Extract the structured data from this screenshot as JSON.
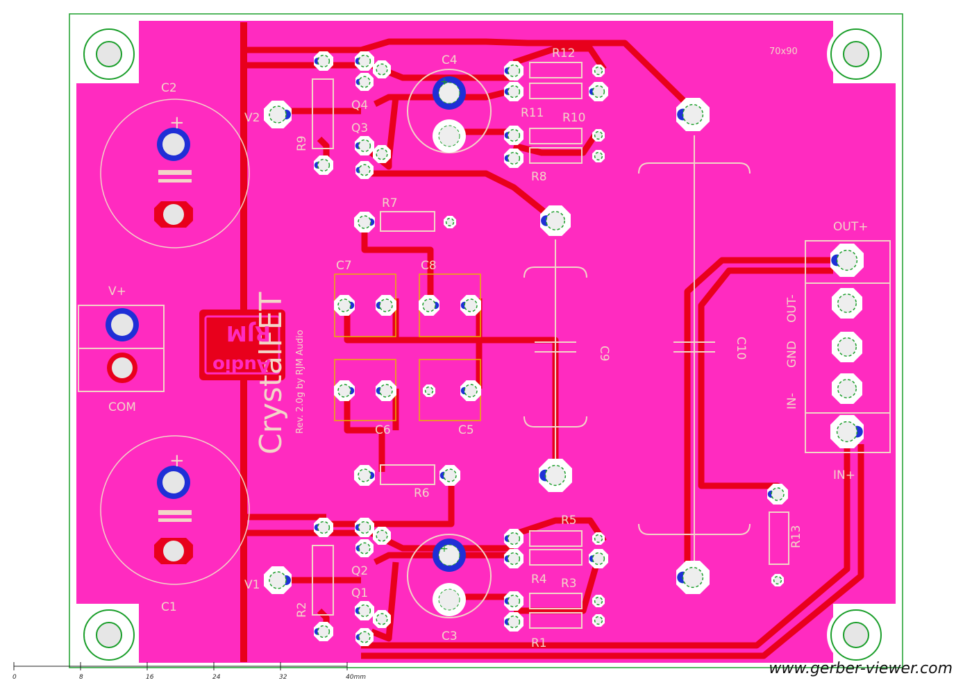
{
  "board": {
    "title": "CrystalFET",
    "revision": "Rev. 2.0g by RJM Audio",
    "size_label": "70x90",
    "logo_top": "RJM",
    "logo_bottom": "Audio"
  },
  "components": {
    "capacitors": [
      "C1",
      "C2",
      "C3",
      "C4",
      "C5",
      "C6",
      "C7",
      "C8",
      "C9",
      "C10"
    ],
    "resistors": [
      "R1",
      "R2",
      "R3",
      "R4",
      "R5",
      "R6",
      "R7",
      "R8",
      "R9",
      "R10",
      "R11",
      "R12",
      "R13"
    ],
    "transistors": [
      "Q1",
      "Q2",
      "Q3",
      "Q4"
    ],
    "voltage_labels": [
      "V1",
      "V2"
    ]
  },
  "connectors": {
    "power": {
      "vplus": "V+",
      "com": "COM"
    },
    "signal": {
      "out_plus": "OUT+",
      "out_minus": "OUT-",
      "gnd": "GND",
      "in_minus": "IN-",
      "in_plus": "IN+"
    }
  },
  "polarity_mark": "+",
  "ruler": {
    "ticks": [
      "0",
      "8",
      "16",
      "24",
      "32",
      "40mm"
    ]
  },
  "watermark": "www.gerber-viewer.com",
  "colors": {
    "copper_pour": "#ff2bc0",
    "trace": "#e8001c",
    "outline": "#1a9e2a",
    "silkscreen": "#f2d6c8",
    "pad_ring": "#1f2fd6",
    "outline_yellow": "#e8b400"
  }
}
